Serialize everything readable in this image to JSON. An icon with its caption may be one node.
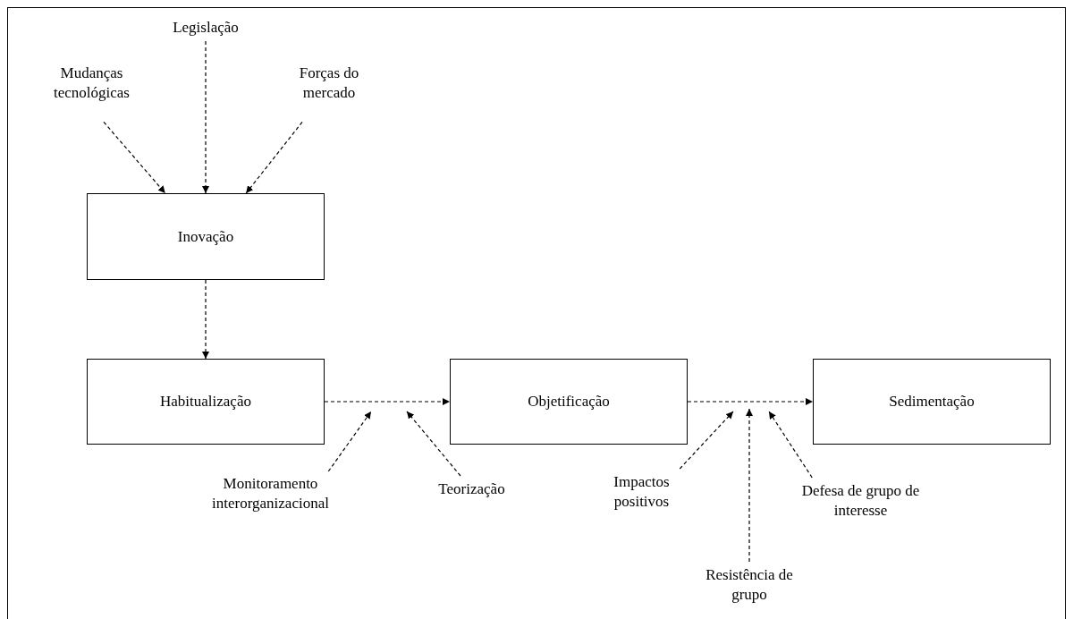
{
  "diagram": {
    "nodes": [
      {
        "text": [
          "Mudanças tecnológicas"
        ]
      },
      {
        "text": [
          "Legislação"
        ]
      },
      {
        "text": [
          "Forças do mercado"
        ]
      },
      {
        "text": [
          "Inovação"
        ]
      },
      {
        "text": [
          "Habitualização"
        ]
      },
      {
        "text": [
          "Objetificação"
        ]
      },
      {
        "text": [
          "Sedimentação"
        ]
      },
      {
        "text": [
          "Monitoramento interorganizacional"
        ]
      },
      {
        "text": [
          "Teorização"
        ]
      },
      {
        "text": [
          "Impactos positivos"
        ]
      },
      {
        "text": [
          "Resistência de grupo"
        ]
      },
      {
        "text": [
          "Defesa de grupo de interesse"
        ]
      }
    ],
    "edges": [
      {
        "from": 0,
        "to": 3,
        "arrow": "to",
        "style": "dashed"
      },
      {
        "from": 1,
        "to": 3,
        "arrow": "to",
        "style": "dashed"
      },
      {
        "from": 2,
        "to": 3,
        "arrow": "to",
        "style": "dashed"
      },
      {
        "from": 3,
        "to": 4,
        "arrow": "to",
        "style": "dashed"
      },
      {
        "from": 4,
        "to": 5,
        "arrow": "to",
        "style": "dashed"
      },
      {
        "from": 5,
        "to": 6,
        "arrow": "to",
        "style": "dashed"
      },
      {
        "from": 7,
        "to": null,
        "arrow": "to",
        "style": "dashed"
      },
      {
        "from": 8,
        "to": null,
        "arrow": "to",
        "style": "dashed"
      },
      {
        "from": 9,
        "to": null,
        "arrow": "to",
        "style": "dashed"
      },
      {
        "from": 10,
        "to": null,
        "arrow": "to",
        "style": "dashed"
      },
      {
        "from": 11,
        "to": null,
        "arrow": "to",
        "style": "dashed"
      }
    ]
  }
}
